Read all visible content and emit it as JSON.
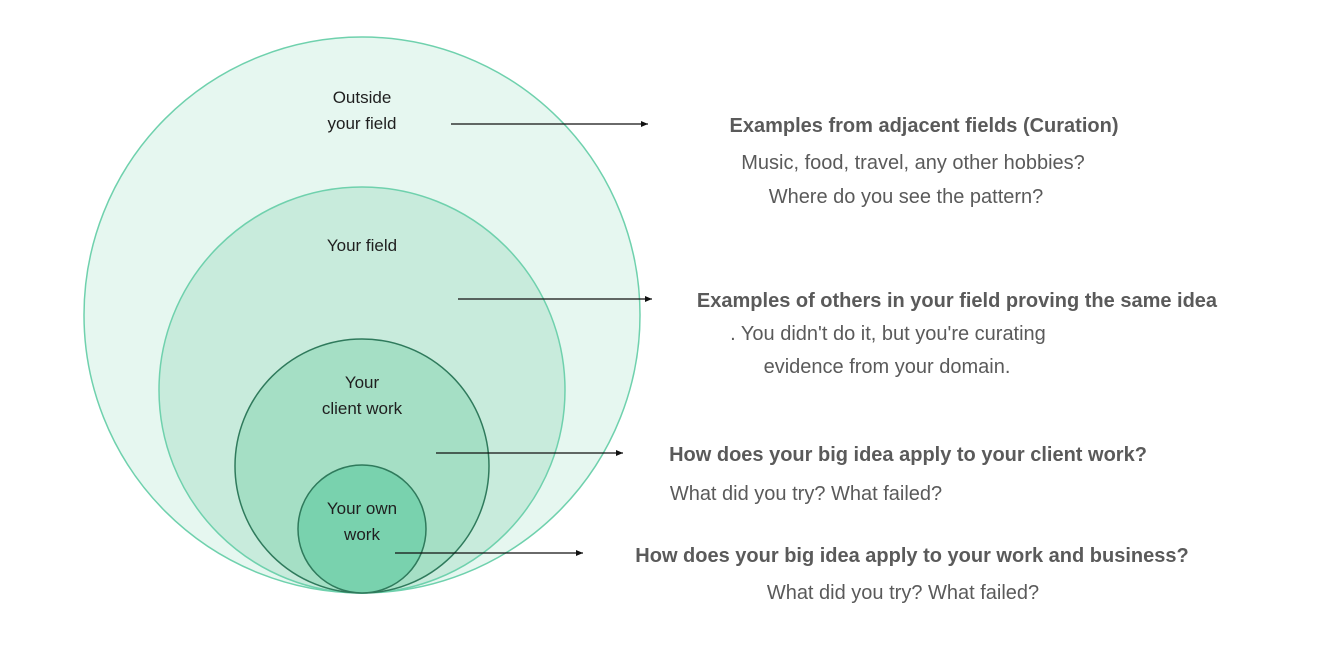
{
  "colors": {
    "outside_fill": "#e6f7f0",
    "field_fill": "#c8ebdc",
    "client_fill": "#a5dfc5",
    "own_fill": "#79d2ae",
    "outer_stroke": "#6fd1ad",
    "inner_stroke": "#2f7a5c",
    "arrow": "#111111",
    "text": "#5a5a5a"
  },
  "circles": {
    "outside": {
      "label_lines": [
        "Outside",
        "your field"
      ]
    },
    "field": {
      "label_lines": [
        "Your field"
      ]
    },
    "client": {
      "label_lines": [
        "Your",
        "client work"
      ]
    },
    "own": {
      "label_lines": [
        "Your own",
        "work"
      ]
    }
  },
  "annotations": [
    {
      "heading": "Examples from adjacent fields (Curation)",
      "lines": [
        "Music, food, travel, any other hobbies?",
        "Where do you see the pattern?"
      ]
    },
    {
      "heading": "Examples of others in your field proving the same idea",
      "lines": [
        ". You didn't do it, but you're curating",
        "evidence from your domain."
      ]
    },
    {
      "heading": "How does your big idea apply to your client work?",
      "lines": [
        "What did you try? What failed?"
      ]
    },
    {
      "heading": "How does your big idea apply to your work and business?",
      "lines": [
        "What did you try? What failed?"
      ]
    }
  ]
}
